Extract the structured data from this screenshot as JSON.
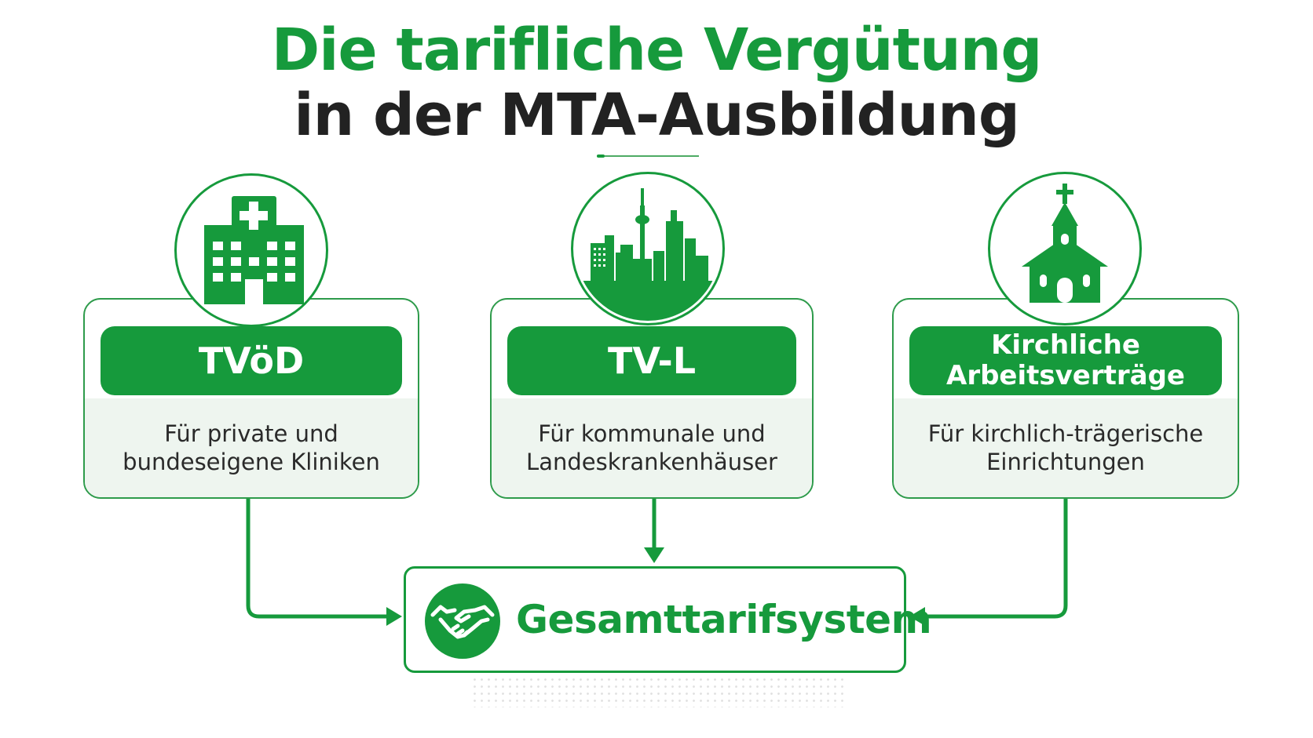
{
  "title": {
    "line1": "Die tarifliche Vergütung",
    "line2": "in der MTA-Ausbildung"
  },
  "cards": [
    {
      "name": "TVöD",
      "description_line1": "Für private und",
      "description_line2": "bundeseigene Kliniken",
      "icon": "hospital-icon"
    },
    {
      "name": "TV-L",
      "description_line1": "Für kommunale und",
      "description_line2": "Landeskrankenhäuser",
      "icon": "city-skyline-icon"
    },
    {
      "name_line1": "Kirchliche",
      "name_line2": "Arbeitsverträge",
      "description_line1": "Für kirchlich-trägerische",
      "description_line2": "Einrichtungen",
      "icon": "church-icon"
    }
  ],
  "target": {
    "label": "Gesamttarifsystem",
    "icon": "handshake-icon"
  },
  "colors": {
    "brand_green": "#169a3c",
    "dark_text": "#222222",
    "light_panel": "#eef5ef"
  }
}
